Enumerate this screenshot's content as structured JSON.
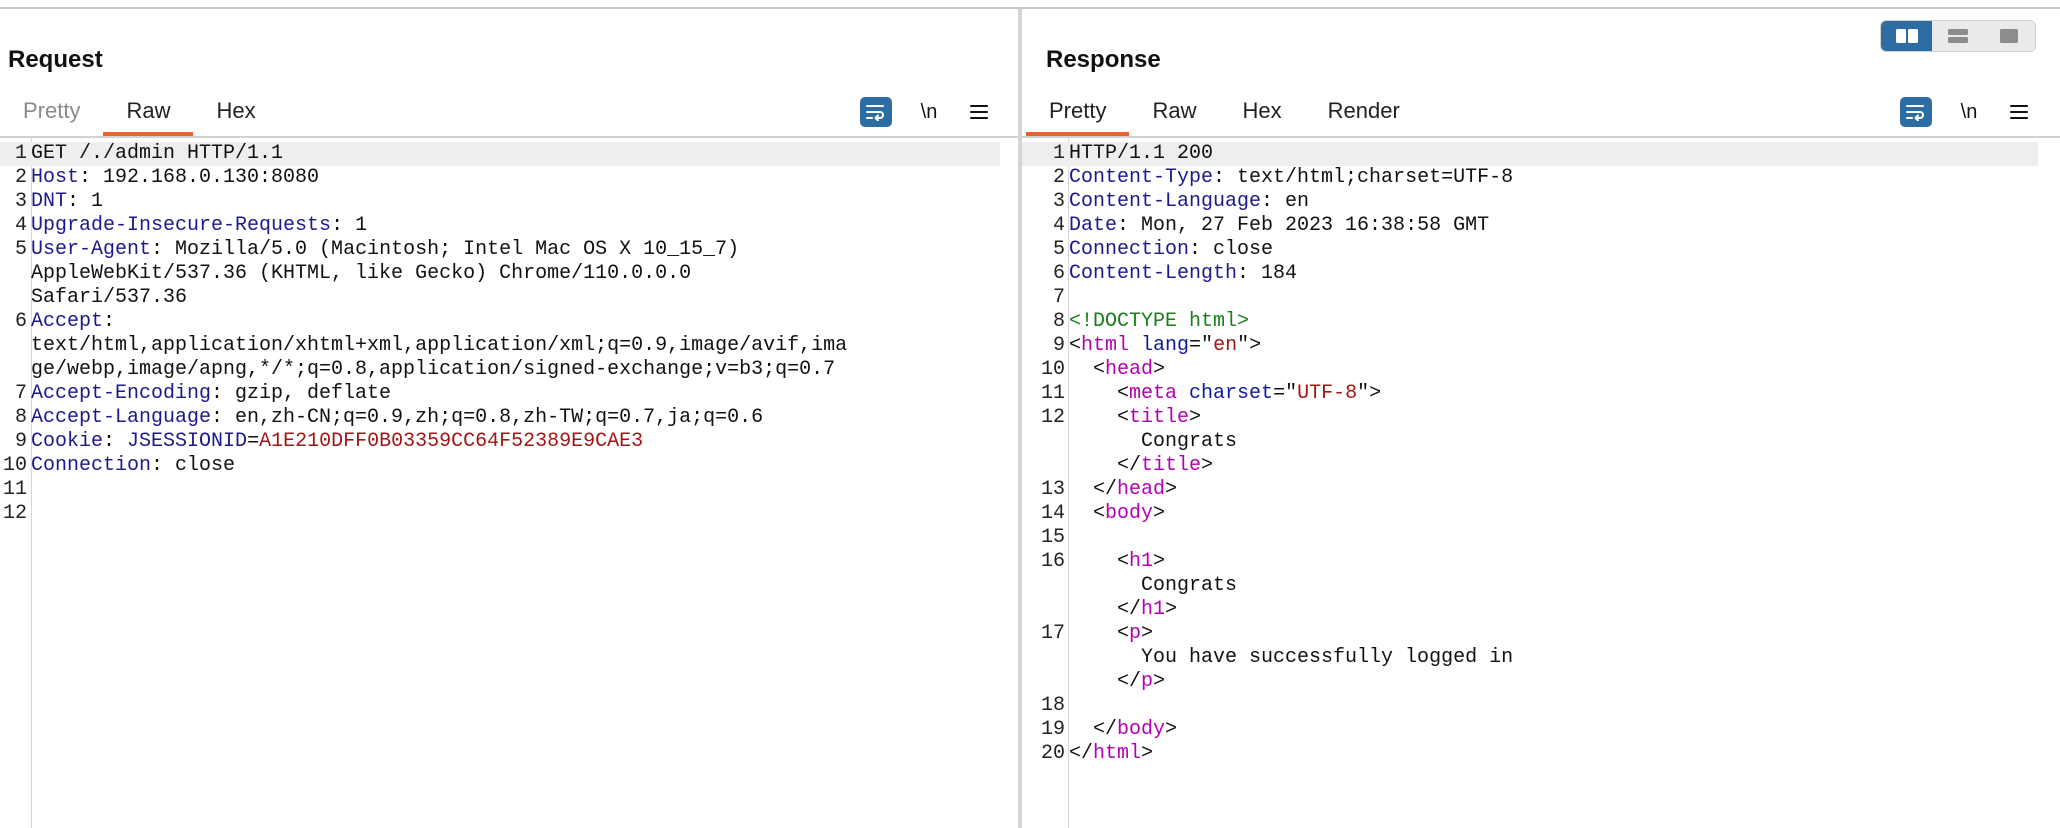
{
  "colors": {
    "accent": "#2e6da4",
    "active_tab_underline": "#e8622b",
    "header_key": "#1a1a8c",
    "cookie_value": "#a31515",
    "tag": "#b300b3",
    "attribute": "#0e1a9e",
    "doctype": "#1b7d1b"
  },
  "view_selector": [
    {
      "name": "split-columns-icon",
      "active": true
    },
    {
      "name": "split-rows-icon",
      "active": false
    },
    {
      "name": "single-pane-icon",
      "active": false
    }
  ],
  "request": {
    "title": "Request",
    "tabs": [
      {
        "label": "Pretty",
        "state": "muted"
      },
      {
        "label": "Raw",
        "state": "active"
      },
      {
        "label": "Hex",
        "state": "normal"
      }
    ],
    "tools": {
      "wrap_icon": "word-wrap-icon",
      "newline_label": "\\n",
      "menu_icon": "hamburger-menu-icon"
    },
    "lines": [
      {
        "n": "1",
        "parts": [
          {
            "t": "GET /./admin HTTP/1.1",
            "c": "hv"
          }
        ]
      },
      {
        "n": "2",
        "parts": [
          {
            "t": "Host",
            "c": "hk"
          },
          {
            "t": ": 192.168.0.130:8080",
            "c": "hv"
          }
        ]
      },
      {
        "n": "3",
        "parts": [
          {
            "t": "DNT",
            "c": "hk"
          },
          {
            "t": ": 1",
            "c": "hv"
          }
        ]
      },
      {
        "n": "4",
        "parts": [
          {
            "t": "Upgrade-Insecure-Requests",
            "c": "hk"
          },
          {
            "t": ": 1",
            "c": "hv"
          }
        ]
      },
      {
        "n": "5",
        "parts": [
          {
            "t": "User-Agent",
            "c": "hk"
          },
          {
            "t": ": Mozilla/5.0 (Macintosh; Intel Mac OS X 10_15_7)\nAppleWebKit/537.36 (KHTML, like Gecko) Chrome/110.0.0.0\nSafari/537.36",
            "c": "hv"
          }
        ]
      },
      {
        "n": "6",
        "parts": [
          {
            "t": "Accept",
            "c": "hk"
          },
          {
            "t": ":\ntext/html,application/xhtml+xml,application/xml;q=0.9,image/avif,ima\nge/webp,image/apng,*/*;q=0.8,application/signed-exchange;v=b3;q=0.7",
            "c": "hv"
          }
        ]
      },
      {
        "n": "7",
        "parts": [
          {
            "t": "Accept-Encoding",
            "c": "hk"
          },
          {
            "t": ": gzip, deflate",
            "c": "hv"
          }
        ]
      },
      {
        "n": "8",
        "parts": [
          {
            "t": "Accept-Language",
            "c": "hk"
          },
          {
            "t": ": en,zh-CN;q=0.9,zh;q=0.8,zh-TW;q=0.7,ja;q=0.6",
            "c": "hv"
          }
        ]
      },
      {
        "n": "9",
        "parts": [
          {
            "t": "Cookie",
            "c": "hk"
          },
          {
            "t": ": ",
            "c": "hv"
          },
          {
            "t": "JSESSIONID",
            "c": "hk"
          },
          {
            "t": "=",
            "c": "hv"
          },
          {
            "t": "A1E210DFF0B03359CC64F52389E9CAE3",
            "c": "cval"
          }
        ]
      },
      {
        "n": "10",
        "parts": [
          {
            "t": "Connection",
            "c": "hk"
          },
          {
            "t": ": close",
            "c": "hv"
          }
        ]
      },
      {
        "n": "11",
        "parts": []
      },
      {
        "n": "12",
        "parts": []
      }
    ]
  },
  "response": {
    "title": "Response",
    "tabs": [
      {
        "label": "Pretty",
        "state": "active"
      },
      {
        "label": "Raw",
        "state": "normal"
      },
      {
        "label": "Hex",
        "state": "normal"
      },
      {
        "label": "Render",
        "state": "normal"
      }
    ],
    "tools": {
      "wrap_icon": "word-wrap-icon",
      "newline_label": "\\n",
      "menu_icon": "hamburger-menu-icon"
    },
    "lines": [
      {
        "n": "1",
        "parts": [
          {
            "t": "HTTP/1.1 200",
            "c": "hv"
          }
        ]
      },
      {
        "n": "2",
        "parts": [
          {
            "t": "Content-Type",
            "c": "hk"
          },
          {
            "t": ": text/html;charset=UTF-8",
            "c": "hv"
          }
        ]
      },
      {
        "n": "3",
        "parts": [
          {
            "t": "Content-Language",
            "c": "hk"
          },
          {
            "t": ": en",
            "c": "hv"
          }
        ]
      },
      {
        "n": "4",
        "parts": [
          {
            "t": "Date",
            "c": "hk"
          },
          {
            "t": ": Mon, 27 Feb 2023 16:38:58 GMT",
            "c": "hv"
          }
        ]
      },
      {
        "n": "5",
        "parts": [
          {
            "t": "Connection",
            "c": "hk"
          },
          {
            "t": ": close",
            "c": "hv"
          }
        ]
      },
      {
        "n": "6",
        "parts": [
          {
            "t": "Content-Length",
            "c": "hk"
          },
          {
            "t": ": 184",
            "c": "hv"
          }
        ]
      },
      {
        "n": "7",
        "parts": []
      },
      {
        "n": "8",
        "parts": [
          {
            "t": "<!DOCTYPE html>",
            "c": "dt"
          }
        ]
      },
      {
        "n": "9",
        "parts": [
          {
            "t": "<",
            "c": "pn"
          },
          {
            "t": "html",
            "c": "tg"
          },
          {
            "t": " lang",
            "c": "at"
          },
          {
            "t": "=\"",
            "c": "pn"
          },
          {
            "t": "en",
            "c": "av"
          },
          {
            "t": "\">",
            "c": "pn"
          }
        ]
      },
      {
        "n": "10",
        "parts": [
          {
            "t": "  <",
            "c": "pn"
          },
          {
            "t": "head",
            "c": "tg"
          },
          {
            "t": ">",
            "c": "pn"
          }
        ]
      },
      {
        "n": "11",
        "parts": [
          {
            "t": "    <",
            "c": "pn"
          },
          {
            "t": "meta",
            "c": "tg"
          },
          {
            "t": " charset",
            "c": "at"
          },
          {
            "t": "=\"",
            "c": "pn"
          },
          {
            "t": "UTF-8",
            "c": "av"
          },
          {
            "t": "\">",
            "c": "pn"
          }
        ]
      },
      {
        "n": "12",
        "parts": [
          {
            "t": "    <",
            "c": "pn"
          },
          {
            "t": "title",
            "c": "tg"
          },
          {
            "t": ">\n      Congrats\n    </",
            "c": "pn"
          },
          {
            "t": "title",
            "c": "tg"
          },
          {
            "t": ">",
            "c": "pn"
          }
        ]
      },
      {
        "n": "13",
        "parts": [
          {
            "t": "  </",
            "c": "pn"
          },
          {
            "t": "head",
            "c": "tg"
          },
          {
            "t": ">",
            "c": "pn"
          }
        ]
      },
      {
        "n": "14",
        "parts": [
          {
            "t": "  <",
            "c": "pn"
          },
          {
            "t": "body",
            "c": "tg"
          },
          {
            "t": ">",
            "c": "pn"
          }
        ]
      },
      {
        "n": "15",
        "parts": []
      },
      {
        "n": "16",
        "parts": [
          {
            "t": "    <",
            "c": "pn"
          },
          {
            "t": "h1",
            "c": "tg"
          },
          {
            "t": ">\n      Congrats\n    </",
            "c": "pn"
          },
          {
            "t": "h1",
            "c": "tg"
          },
          {
            "t": ">",
            "c": "pn"
          }
        ]
      },
      {
        "n": "17",
        "parts": [
          {
            "t": "    <",
            "c": "pn"
          },
          {
            "t": "p",
            "c": "tg"
          },
          {
            "t": ">\n      You have successfully logged in\n    </",
            "c": "pn"
          },
          {
            "t": "p",
            "c": "tg"
          },
          {
            "t": ">",
            "c": "pn"
          }
        ]
      },
      {
        "n": "18",
        "parts": []
      },
      {
        "n": "19",
        "parts": [
          {
            "t": "  </",
            "c": "pn"
          },
          {
            "t": "body",
            "c": "tg"
          },
          {
            "t": ">",
            "c": "pn"
          }
        ]
      },
      {
        "n": "20",
        "parts": [
          {
            "t": "</",
            "c": "pn"
          },
          {
            "t": "html",
            "c": "tg"
          },
          {
            "t": ">",
            "c": "pn"
          }
        ]
      }
    ]
  }
}
